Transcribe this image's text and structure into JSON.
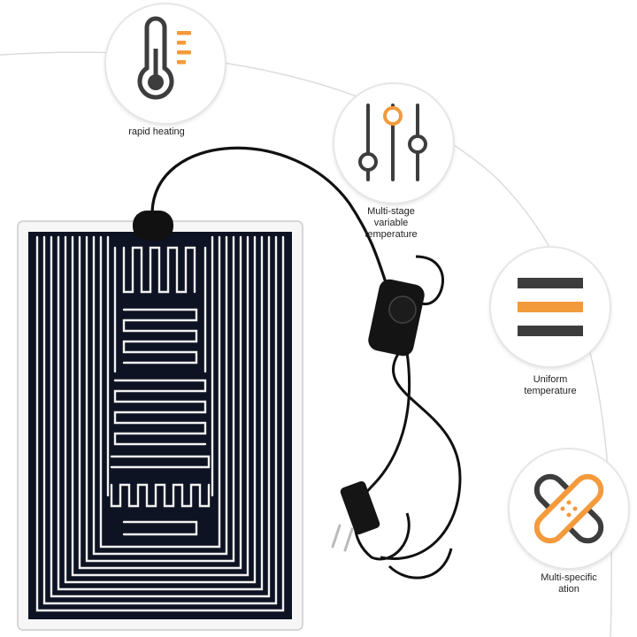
{
  "features": [
    {
      "icon": "thermometer-icon",
      "label": "rapid heating"
    },
    {
      "icon": "sliders-icon",
      "label": "Multi-stage\nvariable\ntemperature"
    },
    {
      "icon": "layers-icon",
      "label": "Uniform\ntemperature"
    },
    {
      "icon": "bandage-icon",
      "label": "Multi-specific\nation"
    }
  ],
  "colors": {
    "accent": "#f39a3c",
    "icon_dark": "#3d3d3d",
    "pad_dark": "#0d1322",
    "trace": "#f2f2f2"
  }
}
